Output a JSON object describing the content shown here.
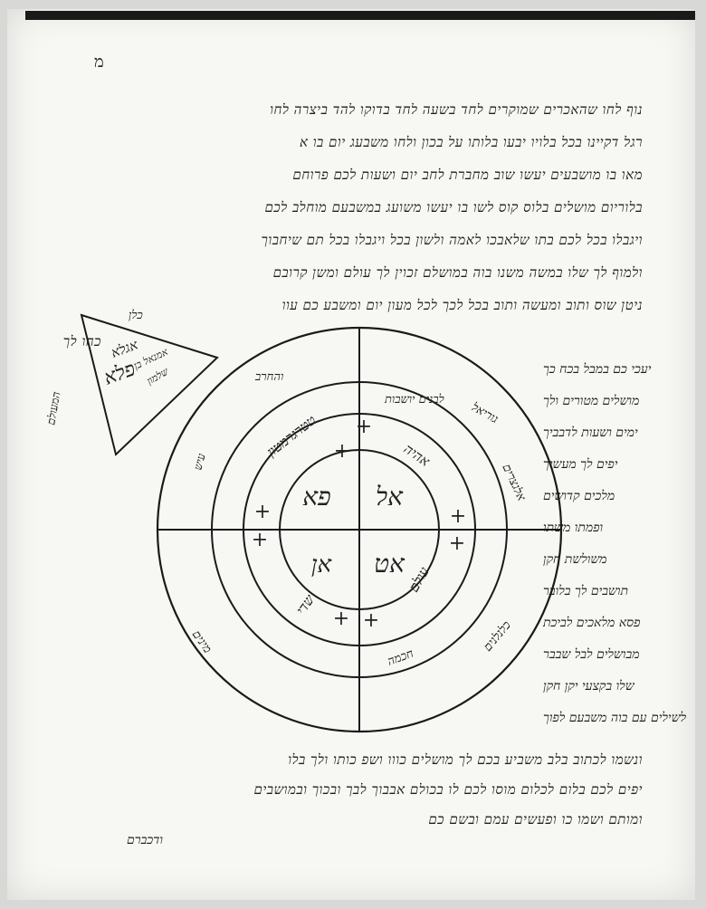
{
  "page": {
    "folio": "מ",
    "top_lines": [
      "נוף לחו שהאכרים שמוקרים לחד בשעה לחד בדוקו להד ביצרה לחו",
      "רגל דקיינו בכל בלויו יבעו בלותו על בכון ולחו משבעג יום בו א",
      "מאו בו מושבעים יעשו שוב מחברת לחב יום ושעות לכם פרוחם",
      "בלוריום מושלים בלוס קוס לשו בו יעשו משועג במשבעם מוחלב לכם",
      "ויגבלו בכל לכם בתו שלאבכו לאמה ולשון בכל ויגבלו בכל תם שיחבוך",
      "ולמוף לך שלו במשה משנו בוה במושלם זכוין לך עולם ומשן קרובם",
      "ניטן שוס ותוב ומעשה ותוב בכל לכך לכל מעון יום ומשבע כם עוו",
      "כחו לך"
    ],
    "side_lines": [
      "יעכי כם במבל בכח כך",
      "מושלים מטורים ולך",
      "ימים ושעות לדבביך",
      "יפים לך מעשיך",
      "מלכים קדושים",
      "ופמתו משתו",
      "משולשת חקן",
      "תושבים לך בלובר",
      "פסא מלאכים לביכת",
      "מבושלים לבל שבבר",
      "שלו בקצעי יקן חקן",
      "לשילים עם בוה משבעם לפוך"
    ],
    "bottom_lines": [
      "ונשמו לכתוב בלב משביע בכם לך מושלים כווו ושפ כותו ולך בלו",
      "יפים לכם בלום לכלום מוסו לכם לו בכולם אבבוך לבך ובכוך ובמושבים",
      "ומותם ושמו כו ופעשים עמם ובשם כם"
    ],
    "footer_note": "ודכברם"
  },
  "diagram": {
    "center_letters": [
      "אל",
      "פא",
      "אט",
      "אן"
    ],
    "ring_names": [
      "טטרגרמטון",
      "עולם",
      "שדי",
      "אהיה"
    ],
    "outer_labels": [
      "עיש",
      "לבנים יושבות",
      "גוריאל",
      "אלגצרים",
      "כלנלנים",
      "מינים",
      "והחרב",
      "חכמה"
    ],
    "triangle_text": [
      "אגלא",
      "פלא",
      "אמנאל בן",
      "שלמון"
    ],
    "triangle_label": "המעולם",
    "top_tag": "כלן",
    "cross_symbol": "+"
  }
}
